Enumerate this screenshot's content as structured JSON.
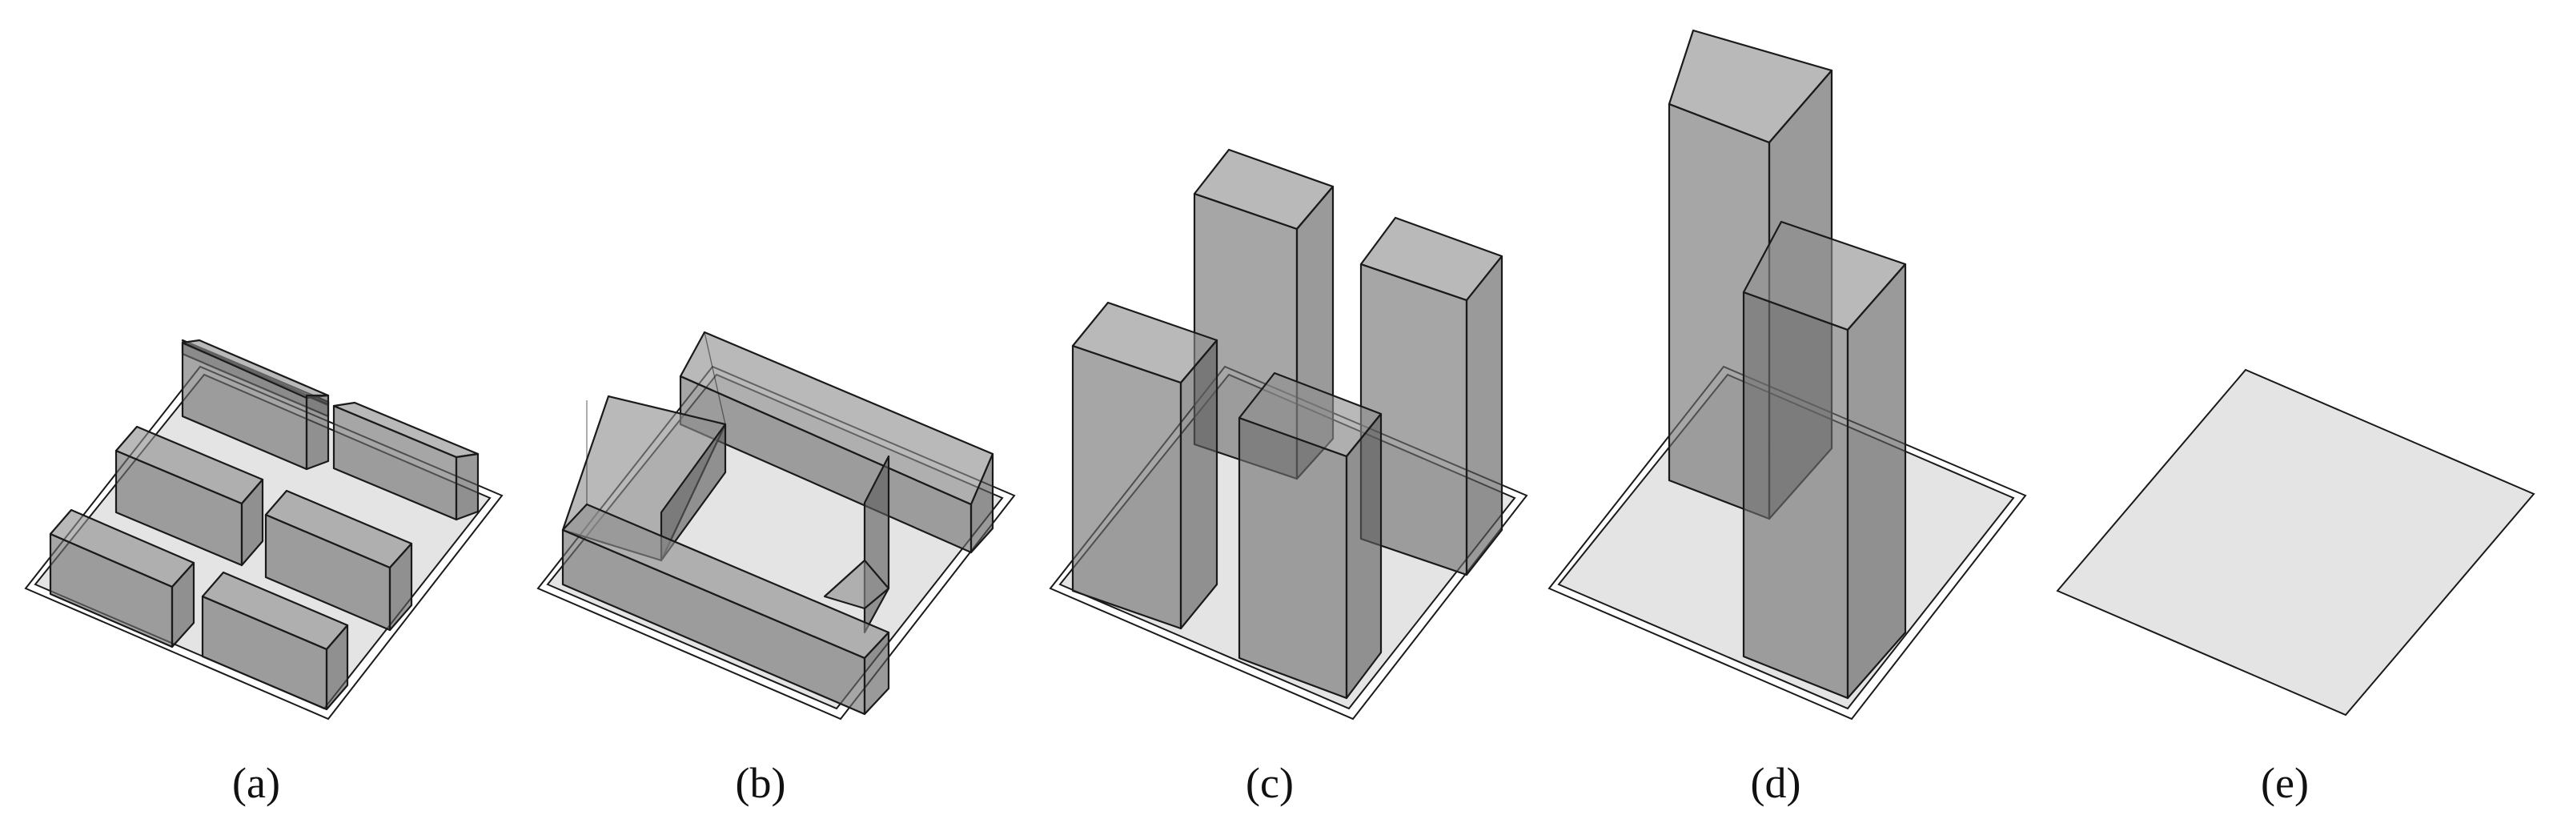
{
  "panels": [
    {
      "id": "a",
      "caption": "(a)"
    },
    {
      "id": "b",
      "caption": "(b)"
    },
    {
      "id": "c",
      "caption": "(c)"
    },
    {
      "id": "d",
      "caption": "(d)"
    },
    {
      "id": "e",
      "caption": "(e)"
    }
  ]
}
